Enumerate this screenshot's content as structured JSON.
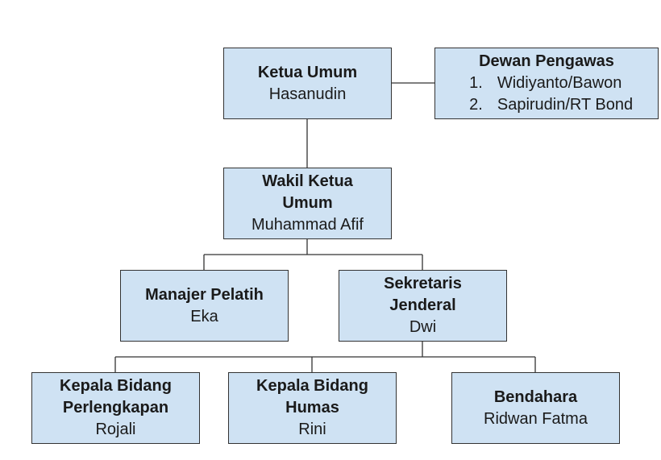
{
  "colors": {
    "box_fill": "#cfe2f3",
    "box_border": "#333333",
    "connector": "#333333",
    "text": "#1a1a1a"
  },
  "nodes": {
    "ketua_umum": {
      "title": "Ketua Umum",
      "name": "Hasanudin"
    },
    "dewan_pengawas": {
      "title": "Dewan Pengawas",
      "members": [
        {
          "number": "1.",
          "name": "Widiyanto/Bawon"
        },
        {
          "number": "2.",
          "name": "Sapirudin/RT Bond"
        }
      ]
    },
    "wakil_ketua_umum": {
      "title_line1": "Wakil Ketua",
      "title_line2": "Umum",
      "name": "Muhammad Afif"
    },
    "manajer_pelatih": {
      "title": "Manajer Pelatih",
      "name": "Eka"
    },
    "sekretaris_jenderal": {
      "title_line1": "Sekretaris",
      "title_line2": "Jenderal",
      "name": "Dwi"
    },
    "kepala_bidang_perlengkapan": {
      "title_line1": "Kepala Bidang",
      "title_line2": "Perlengkapan",
      "name": "Rojali"
    },
    "kepala_bidang_humas": {
      "title_line1": "Kepala Bidang",
      "title_line2": "Humas",
      "name": "Rini"
    },
    "bendahara": {
      "title": "Bendahara",
      "name": "Ridwan Fatma"
    }
  }
}
